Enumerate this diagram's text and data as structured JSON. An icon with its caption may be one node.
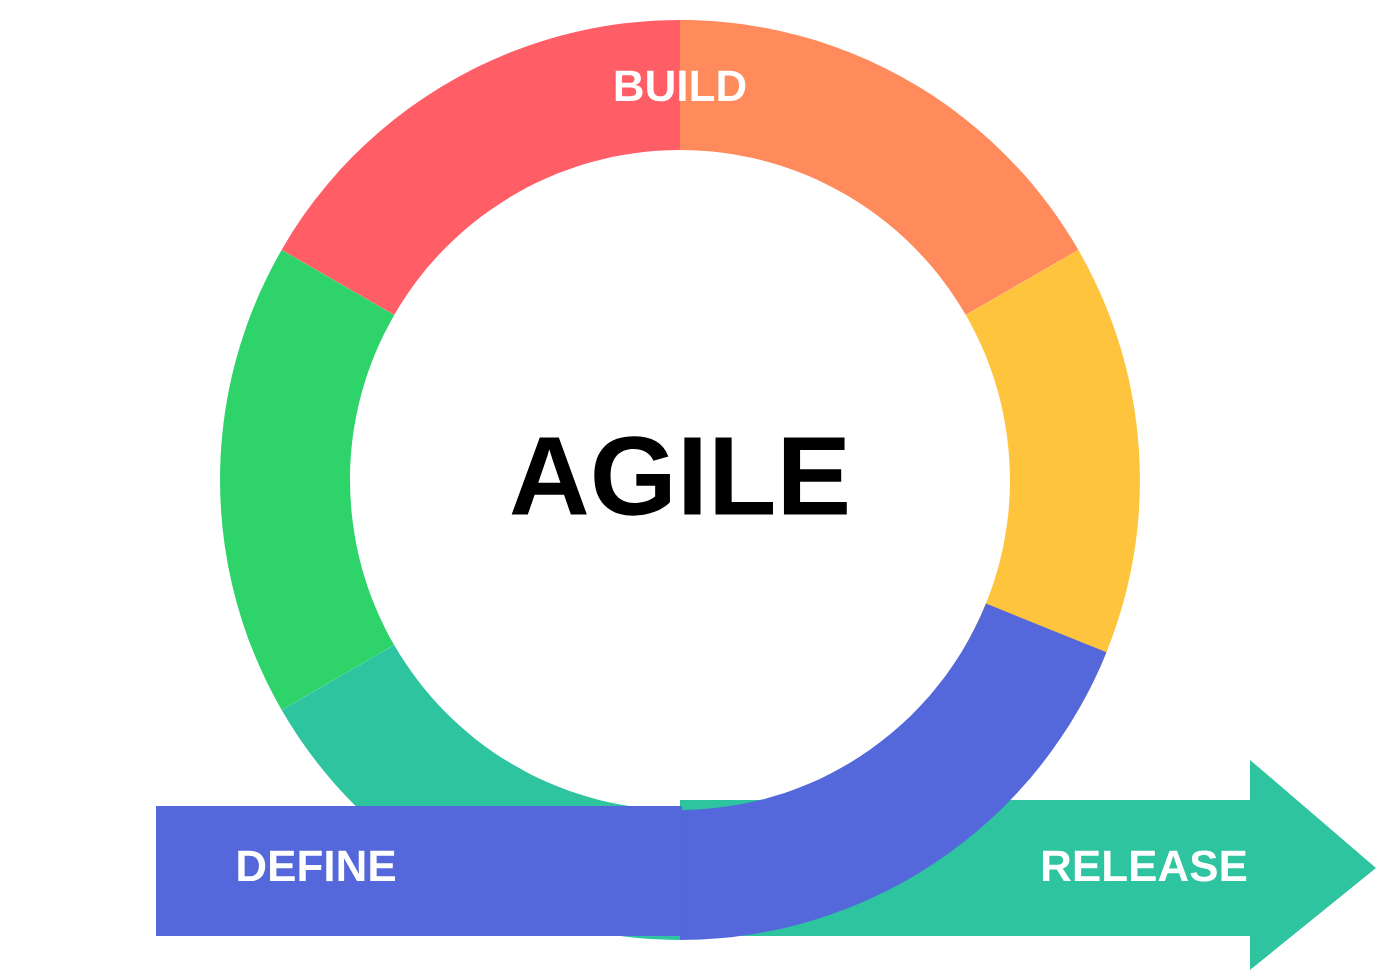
{
  "diagram": {
    "labels": [
      "BUILD",
      "AGILE",
      "DEFINE",
      "RELEASE"
    ]
  }
}
